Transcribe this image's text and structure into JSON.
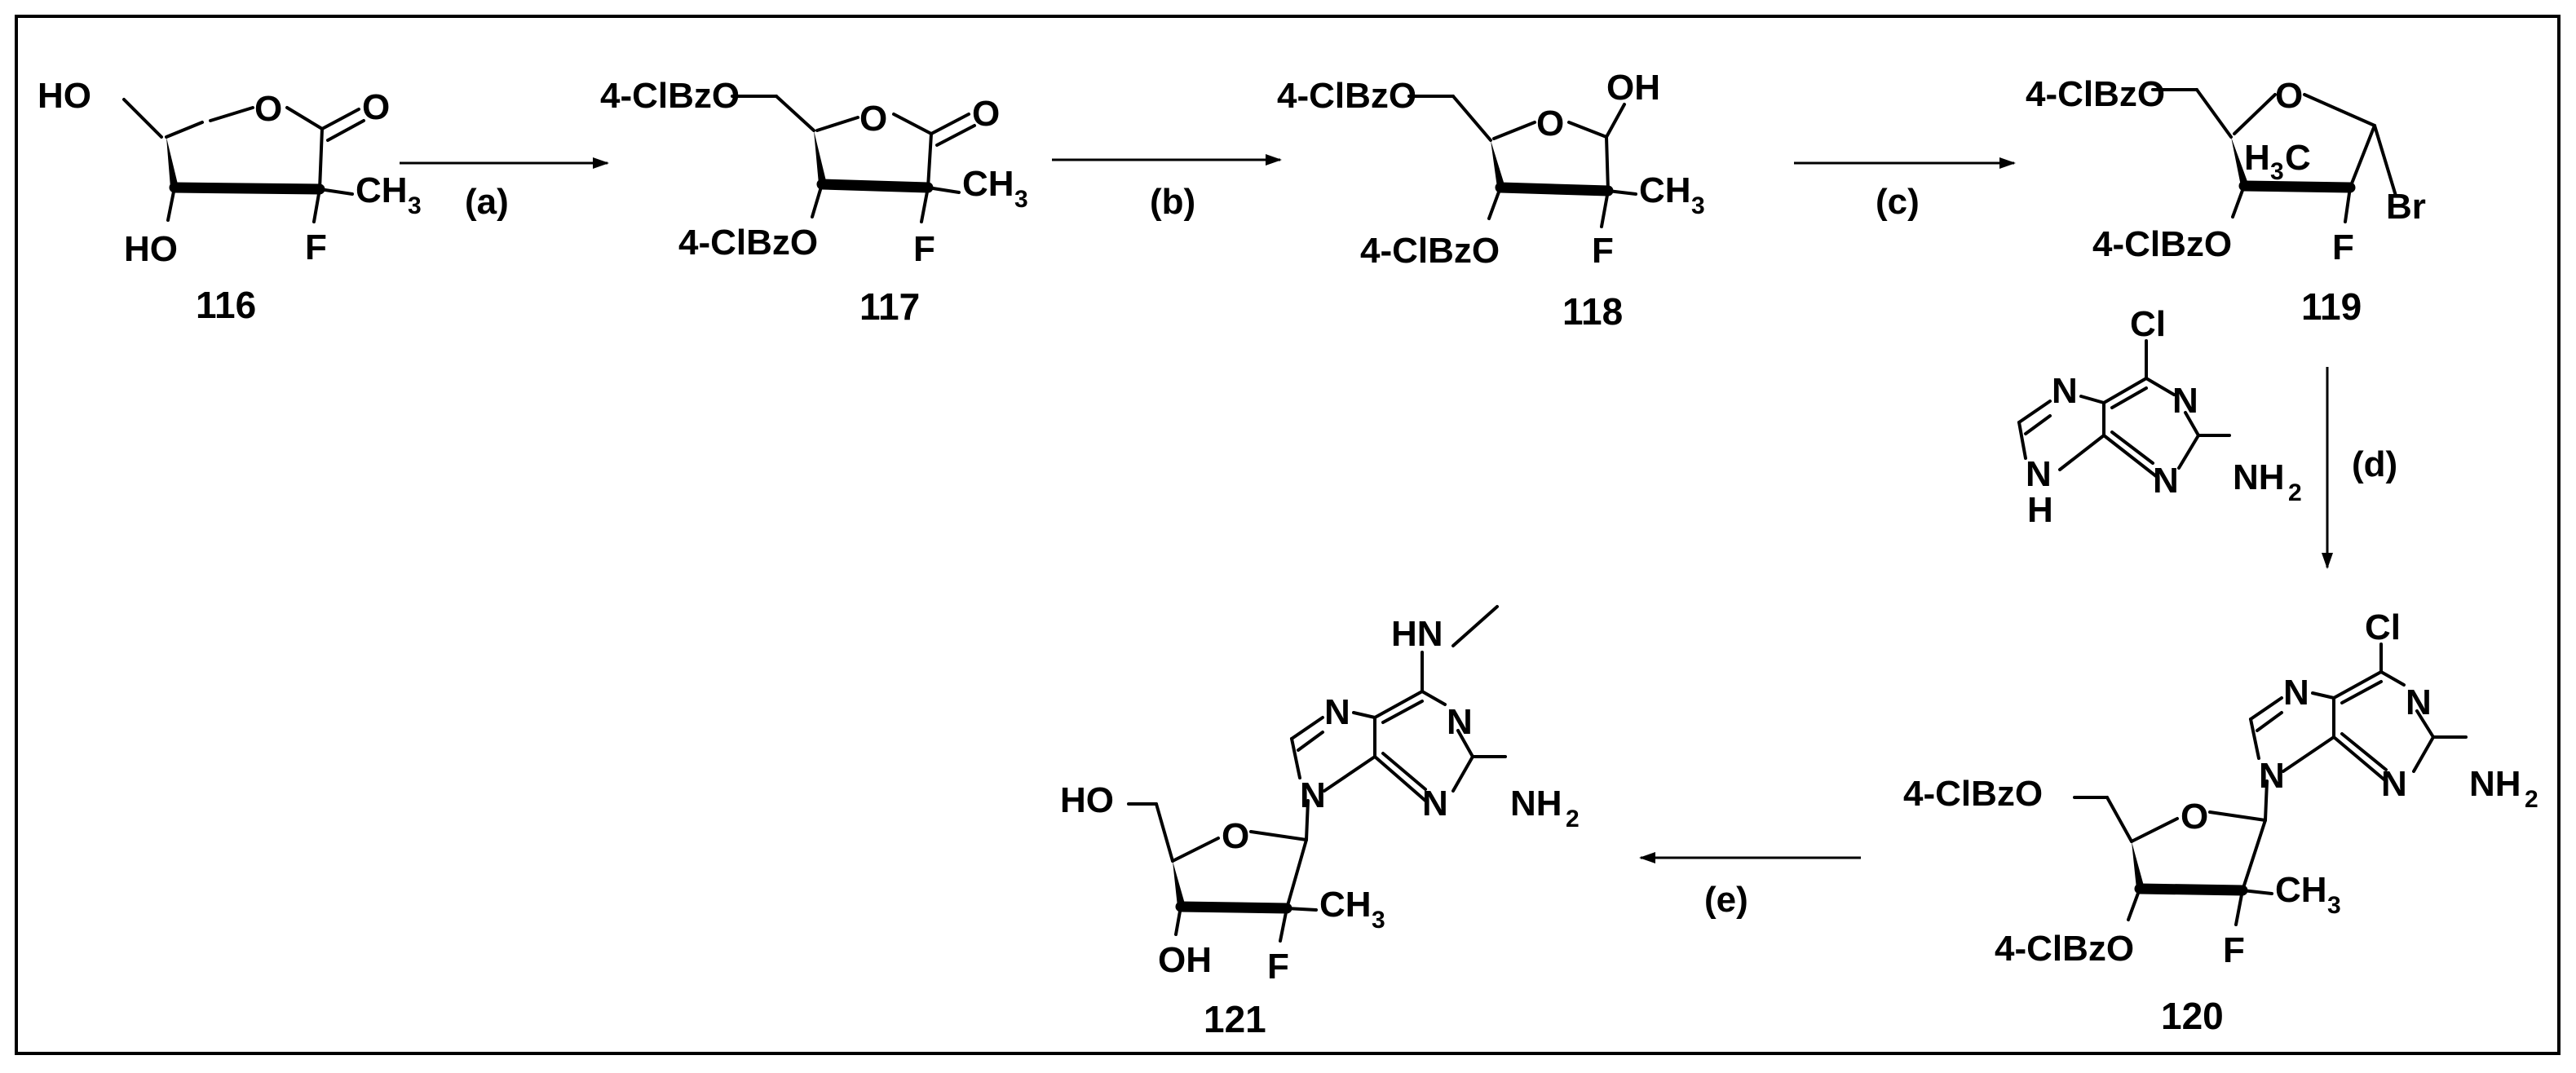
{
  "compounds": {
    "c116": {
      "number": "116",
      "substituents": {
        "hydroxymethyl": "HO",
        "hydroxyl": "HO",
        "methyl": "CH",
        "methyl_sub": "3",
        "fluoro": "F"
      },
      "ring_oxygen": "O",
      "carbonyl_oxygen": "O"
    },
    "c117": {
      "number": "117",
      "substituents": {
        "ester_5": "4-ClBzO",
        "ester_3": "4-ClBzO",
        "methyl": "CH",
        "methyl_sub": "3",
        "fluoro": "F"
      },
      "ring_oxygen": "O",
      "carbonyl_oxygen": "O"
    },
    "c118": {
      "number": "118",
      "substituents": {
        "ester_5": "4-ClBzO",
        "ester_3": "4-ClBzO",
        "hydroxyl": "OH",
        "methyl": "CH",
        "methyl_sub": "3",
        "fluoro": "F"
      },
      "ring_oxygen": "O"
    },
    "c119": {
      "number": "119",
      "substituents": {
        "ester_5": "4-ClBzO",
        "ester_3": "4-ClBzO",
        "methyl_pre": "H",
        "methyl_sub": "3",
        "methyl_post": "C",
        "fluoro": "F",
        "bromo": "Br"
      },
      "ring_oxygen": "O"
    },
    "c120": {
      "number": "120",
      "substituents": {
        "ester_5": "4-ClBzO",
        "ester_3": "4-ClBzO",
        "methyl": "CH",
        "methyl_sub": "3",
        "fluoro": "F",
        "chloro": "Cl",
        "n7": "N",
        "n9": "N",
        "n1": "N",
        "n3": "N",
        "amino": "NH",
        "amino_sub": "2"
      },
      "ring_oxygen": "O"
    },
    "c121": {
      "number": "121",
      "substituents": {
        "hydroxymethyl": "HO",
        "hydroxyl": "OH",
        "methyl": "CH",
        "methyl_sub": "3",
        "fluoro": "F",
        "methylamino": "HN",
        "n7": "N",
        "n9": "N",
        "n1": "N",
        "n3": "N",
        "amino": "NH",
        "amino_sub": "2"
      },
      "ring_oxygen": "O"
    }
  },
  "reagent_d": {
    "chloro": "Cl",
    "n7": "N",
    "n9": "N",
    "n9_h": "H",
    "n1": "N",
    "n3": "N",
    "amino": "NH",
    "amino_sub": "2"
  },
  "conditions": {
    "a": "(a)",
    "b": "(b)",
    "c": "(c)",
    "d": "(d)",
    "e": "(e)"
  },
  "colors": {
    "ink": "#000000",
    "frame": "#000000",
    "background": "#ffffff"
  }
}
